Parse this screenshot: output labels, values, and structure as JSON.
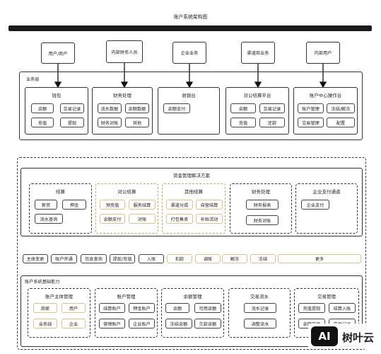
{
  "diagram": {
    "title": "账户系统架构图",
    "sources": [
      "用户/商户",
      "内部财务人员",
      "企业业务",
      "渠道商业务",
      "内部用户"
    ],
    "business_layer": {
      "title": "业务层",
      "groups": [
        {
          "title": "钱包",
          "items": [
            "余额",
            "交易记录",
            "充值",
            "提现"
          ]
        },
        {
          "title": "财务处理",
          "items": [
            "流水数据",
            "余额数据",
            "财务对账",
            "其他"
          ]
        },
        {
          "title": "收银台",
          "items": [
            "余额支付"
          ]
        },
        {
          "title": "对公结算平台",
          "items": [
            "余额",
            "交易记录",
            "充值",
            "还款"
          ]
        },
        {
          "title": "账户中心操作台",
          "items": [
            "账户管理",
            "冻结/解冻",
            "交易管理",
            "配置"
          ]
        }
      ]
    },
    "fund_solution": {
      "title": "资金管理解决方案",
      "groups": [
        {
          "title": "结算",
          "items": [
            "薪资",
            "押金",
            "流水查询"
          ]
        },
        {
          "title": "对公结算",
          "items": [
            "预充值",
            "服务结算",
            "余额支付",
            "对账"
          ]
        },
        {
          "title": "其他结算",
          "items": [
            "渠道分成",
            "自营结算",
            "打包售卖",
            "补贴活动"
          ]
        },
        {
          "title": "财务处理",
          "items": [
            "财务报表",
            "财务对账"
          ]
        },
        {
          "title": "企业支付通道",
          "items": [
            "企业支付"
          ]
        }
      ]
    },
    "operations": [
      "主体变更",
      "账户开通",
      "信息查询",
      "提现/充值",
      "入账",
      "扣款",
      "调账",
      "解冻",
      "冻结",
      "更多"
    ],
    "base_capability": {
      "title": "账户系统基础能力",
      "groups": [
        {
          "title": "账户主体管理",
          "items": [
            "商家",
            "用户",
            "业务线",
            "企业"
          ]
        },
        {
          "title": "账户管理",
          "items": [
            "结算账户",
            "押金账户",
            "营销账户",
            "企业账户"
          ]
        },
        {
          "title": "余额管理",
          "items": [
            "余额",
            "可用余额",
            "冻结余额",
            "欠款余额"
          ]
        },
        {
          "title": "交易流水",
          "items": [
            "流水记录",
            "调整流水"
          ]
        },
        {
          "title": "交易管理",
          "items": [
            "充值提现",
            "结算入账",
            "余额交易",
            "交易记录"
          ]
        }
      ]
    },
    "watermark": {
      "badge": "AI",
      "text": "树叶云"
    }
  }
}
